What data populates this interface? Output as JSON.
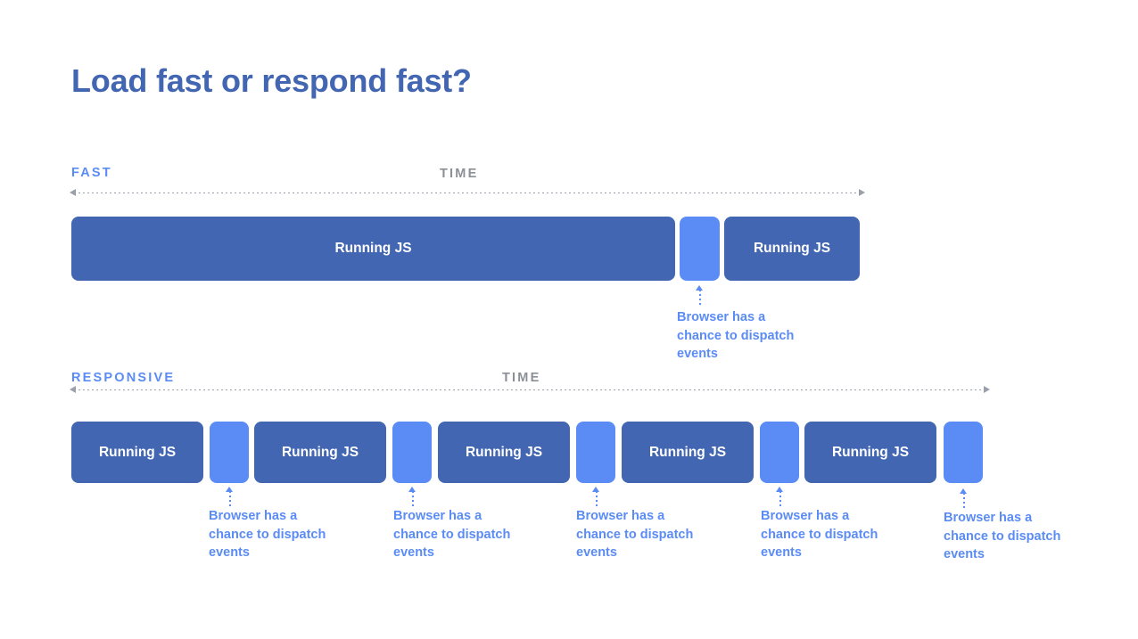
{
  "slide": {
    "title": "Load fast or respond fast?",
    "colors": {
      "title_blue": "#4266b2",
      "block_dark_blue": "#4266b2",
      "block_light_blue": "#5b8cf5",
      "axis_gray": "#8b9097",
      "background": "#ffffff"
    }
  },
  "rows": [
    {
      "id": "fast",
      "left_label": "FAST",
      "center_label": "TIME",
      "blocks": [
        {
          "kind": "js",
          "label": "Running JS"
        },
        {
          "kind": "gap",
          "label": ""
        },
        {
          "kind": "js",
          "label": "Running JS"
        }
      ],
      "callouts": [
        {
          "text": "Browser has a chance to dispatch events"
        }
      ]
    },
    {
      "id": "responsive",
      "left_label": "RESPONSIVE",
      "center_label": "TIME",
      "blocks": [
        {
          "kind": "js",
          "label": "Running JS"
        },
        {
          "kind": "gap",
          "label": ""
        },
        {
          "kind": "js",
          "label": "Running JS"
        },
        {
          "kind": "gap",
          "label": ""
        },
        {
          "kind": "js",
          "label": "Running JS"
        },
        {
          "kind": "gap",
          "label": ""
        },
        {
          "kind": "js",
          "label": "Running JS"
        },
        {
          "kind": "gap",
          "label": ""
        },
        {
          "kind": "js",
          "label": "Running JS"
        },
        {
          "kind": "gap",
          "label": ""
        }
      ],
      "callouts": [
        {
          "text": "Browser has a chance to dispatch events"
        },
        {
          "text": "Browser has a chance to dispatch events"
        },
        {
          "text": "Browser has a chance to dispatch events"
        },
        {
          "text": "Browser has a chance to dispatch events"
        },
        {
          "text": "Browser has a chance to dispatch events"
        }
      ]
    }
  ]
}
